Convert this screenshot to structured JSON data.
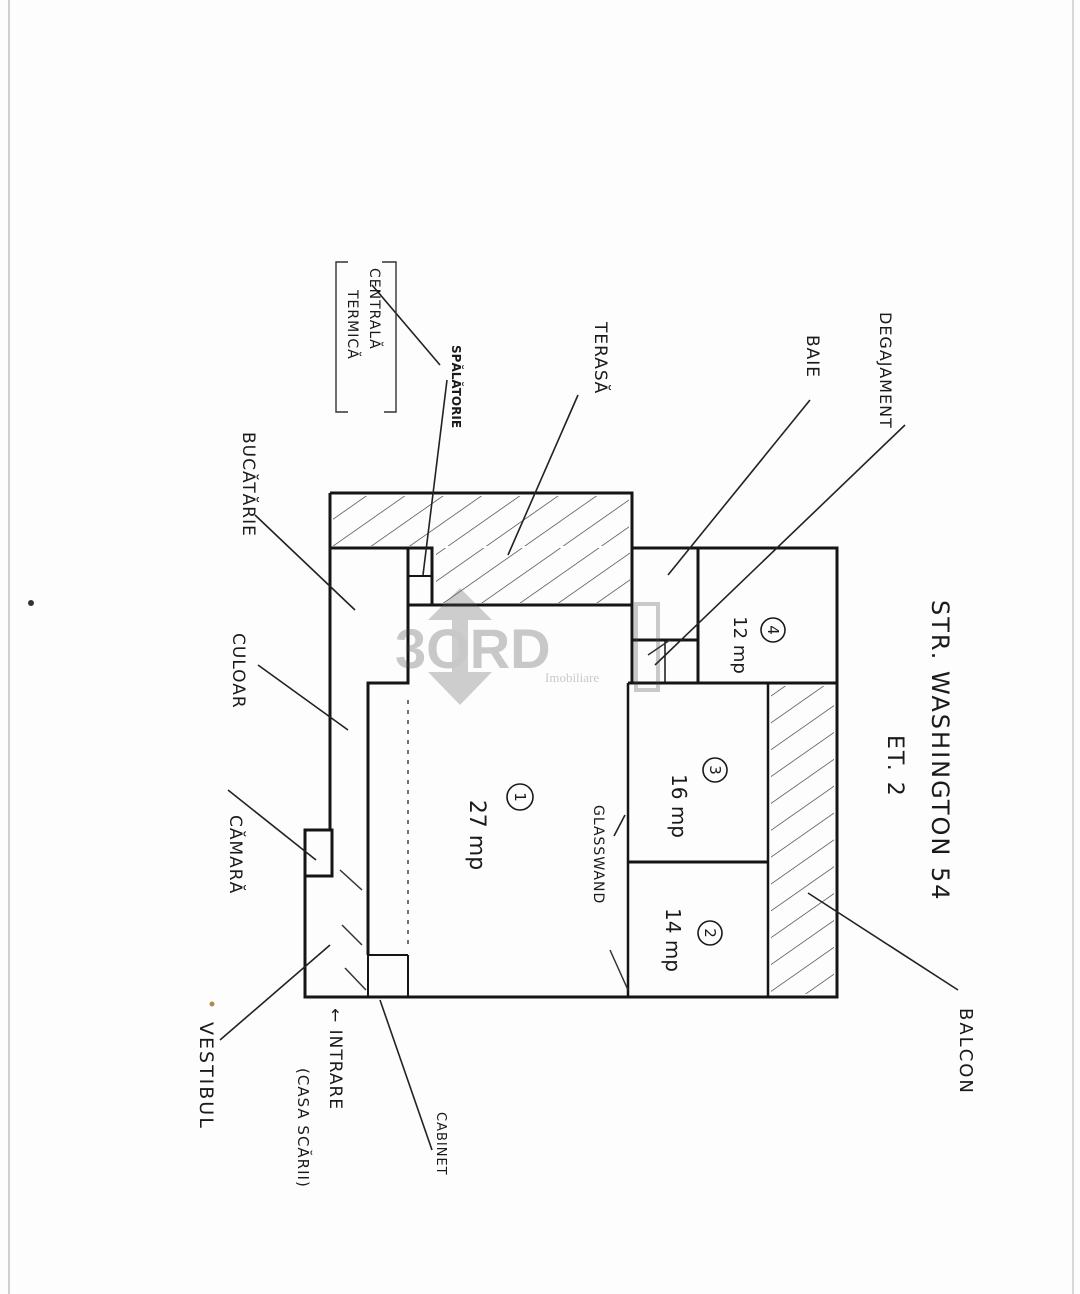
{
  "plan": {
    "street": "STR. WASHINGTON 54",
    "floor": "ET. 2"
  },
  "rooms": {
    "r1": {
      "num": "1",
      "area": "27 mp"
    },
    "r2": {
      "num": "2",
      "area": "14 mp"
    },
    "r3": {
      "num": "3",
      "area": "16 mp"
    },
    "r4": {
      "num": "4",
      "area": "12 mp"
    }
  },
  "labels": {
    "degajament": "DEGAJAMENT",
    "baie": "BAIE",
    "terasa": "TERASĂ",
    "spalatorie": "SPĂLĂTORIE",
    "centrala1": "CENTRALĂ",
    "centrala2": "TERMICĂ",
    "bucatarie": "BUCĂTĂRIE",
    "culoar": "CULOAR",
    "camara": "CĂMARĂ",
    "vestibul": "VESTIBUL",
    "intrare1": "← INTRARE",
    "intrare2": "(CASA SCĂRII)",
    "cabinet": "CABINET",
    "glasswand": "GLASSWAND",
    "balcon": "BALCON"
  },
  "watermark": {
    "brand": "3ORD",
    "sub": "Imobiliare"
  }
}
